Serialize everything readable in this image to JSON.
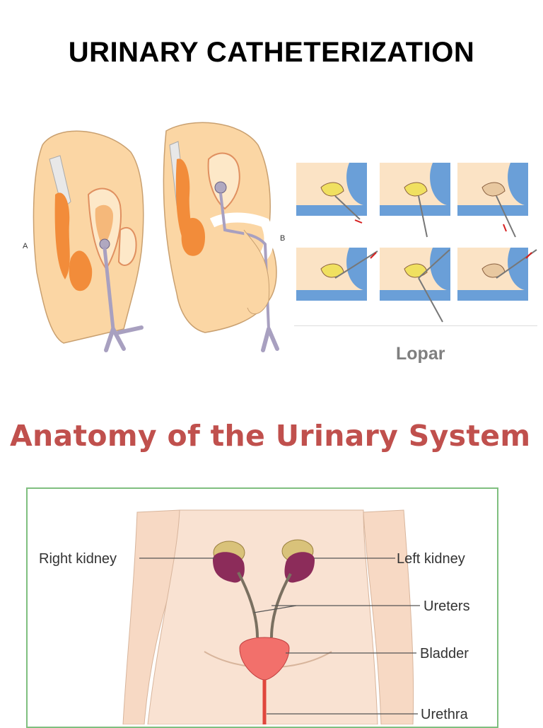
{
  "title": "URINARY CATHETERIZATION",
  "figure_top": {
    "panel_labels": [
      "A",
      "B"
    ],
    "caption": "Lopar"
  },
  "section_heading": "Anatomy of the Urinary System",
  "anatomy": {
    "labels": {
      "right_kidney": "Right kidney",
      "left_kidney": "Left kidney",
      "ureters": "Ureters",
      "bladder": "Bladder",
      "urethra": "Urethra"
    }
  },
  "colors": {
    "heading_red": "#c0504d",
    "caption_gray": "#7f7f7f",
    "frame_green": "#7fbf7f",
    "skin": "#fbd6a4",
    "organ_orange": "#f28c3a",
    "kidney": "#8c2c5a",
    "bladder": "#f2706b",
    "panel_blue": "#6a9fd8"
  }
}
